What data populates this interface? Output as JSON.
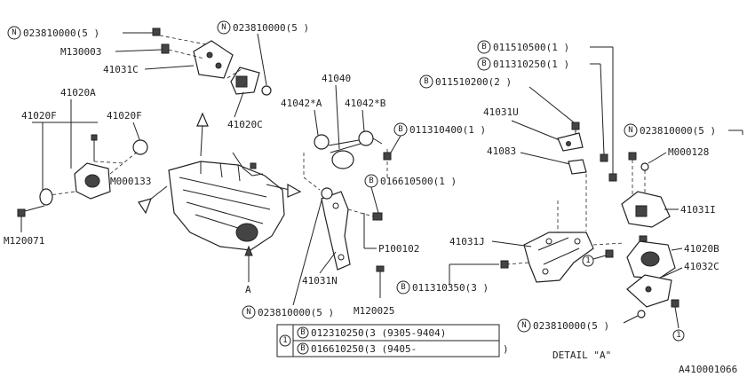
{
  "callouts": {
    "n_023810000_top": "023810000(5 )",
    "m130003": "M130003",
    "c41031c": "41031C",
    "n_023810000_top2": "023810000(5 )",
    "c41020c": "41020C",
    "c41020a": "41020A",
    "c41020f_left": "41020F",
    "c41020f_right": "41020F",
    "m000133": "M000133",
    "m120071": "M120071",
    "c41040": "41040",
    "c41042a": "41042*A",
    "c41042b": "41042*B",
    "b_011310400": "011310400(1 )",
    "b_016610500": "016610500(1 )",
    "p100102": "P100102",
    "c41031n": "41031N",
    "m120025": "M120025",
    "n_023810000_mid": "023810000(5 )",
    "arrow_a": "A",
    "b_011510500": "011510500(1 )",
    "b_011310250": "011310250(1 )",
    "b_011510200": "011510200(2 )",
    "c41031u": "41031U",
    "c41083": "41083",
    "n_023810000_right": "023810000(5 )",
    "m000128": "M000128",
    "c41031i": "41031I",
    "c41031j": "41031J",
    "c41020b": "41020B",
    "c41032c": "41032C",
    "b_011310350": "011310350(3 )",
    "n_023810000_right2": "023810000(5 )",
    "detail_a": "DETAIL \"A\"",
    "drawing_no": "A410001066"
  },
  "legend": {
    "index": "1",
    "row1": "012310250(3 (9305-9404)",
    "row2": "016610250(3 (9405-"
  },
  "markers": {
    "n": "N",
    "b": "B",
    "one": "1"
  }
}
